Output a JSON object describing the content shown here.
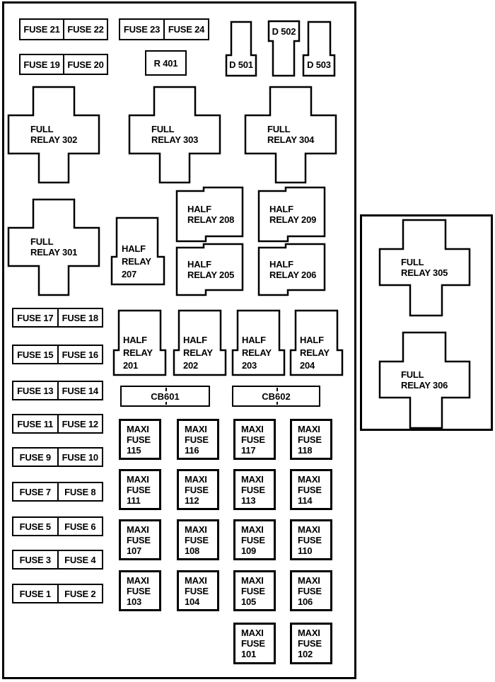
{
  "colors": {
    "line": "#000000",
    "background": "#ffffff"
  },
  "panel_main": {
    "fuse_pairs_top": [
      {
        "a": "FUSE 21",
        "b": "FUSE 22"
      },
      {
        "a": "FUSE 23",
        "b": "FUSE 24"
      },
      {
        "a": "FUSE 19",
        "b": "FUSE 20"
      }
    ],
    "relay_r401": "R 401",
    "diodes": {
      "d501": "D 501",
      "d502": "D 502",
      "d503": "D 503"
    },
    "full_relays": {
      "r301": "FULL\nRELAY 301",
      "r302": "FULL\nRELAY 302",
      "r303": "FULL\nRELAY 303",
      "r304": "FULL\nRELAY 304"
    },
    "half_relays": {
      "r201": "HALF\nRELAY\n201",
      "r202": "HALF\nRELAY\n202",
      "r203": "HALF\nRELAY\n203",
      "r204": "HALF\nRELAY\n204",
      "r205": "HALF\nRELAY 205",
      "r206": "HALF\nRELAY 206",
      "r207": "HALF\nRELAY\n207",
      "r208": "HALF\nRELAY 208",
      "r209": "HALF\nRELAY 209"
    },
    "circuit_breakers": {
      "cb601": "CB601",
      "cb602": "CB602"
    },
    "fuse_pairs_left": [
      {
        "a": "FUSE 17",
        "b": "FUSE 18"
      },
      {
        "a": "FUSE 15",
        "b": "FUSE 16"
      },
      {
        "a": "FUSE 13",
        "b": "FUSE 14"
      },
      {
        "a": "FUSE 11",
        "b": "FUSE 12"
      },
      {
        "a": "FUSE 9",
        "b": "FUSE 10"
      },
      {
        "a": "FUSE 7",
        "b": "FUSE 8"
      },
      {
        "a": "FUSE 5",
        "b": "FUSE 6"
      },
      {
        "a": "FUSE 3",
        "b": "FUSE 4"
      },
      {
        "a": "FUSE 1",
        "b": "FUSE 2"
      }
    ],
    "maxi_fuses": {
      "m101": "MAXI\nFUSE\n101",
      "m102": "MAXI\nFUSE\n102",
      "m103": "MAXI\nFUSE\n103",
      "m104": "MAXI\nFUSE\n104",
      "m105": "MAXI\nFUSE\n105",
      "m106": "MAXI\nFUSE\n106",
      "m107": "MAXI\nFUSE\n107",
      "m108": "MAXI\nFUSE\n108",
      "m109": "MAXI\nFUSE\n109",
      "m110": "MAXI\nFUSE\n110",
      "m111": "MAXI\nFUSE\n111",
      "m112": "MAXI\nFUSE\n112",
      "m113": "MAXI\nFUSE\n113",
      "m114": "MAXI\nFUSE\n114",
      "m115": "MAXI\nFUSE\n115",
      "m116": "MAXI\nFUSE\n116",
      "m117": "MAXI\nFUSE\n117",
      "m118": "MAXI\nFUSE\n118"
    }
  },
  "panel_aux": {
    "full_relays": {
      "r305": "FULL\nRELAY 305",
      "r306": "FULL\nRELAY 306"
    }
  }
}
